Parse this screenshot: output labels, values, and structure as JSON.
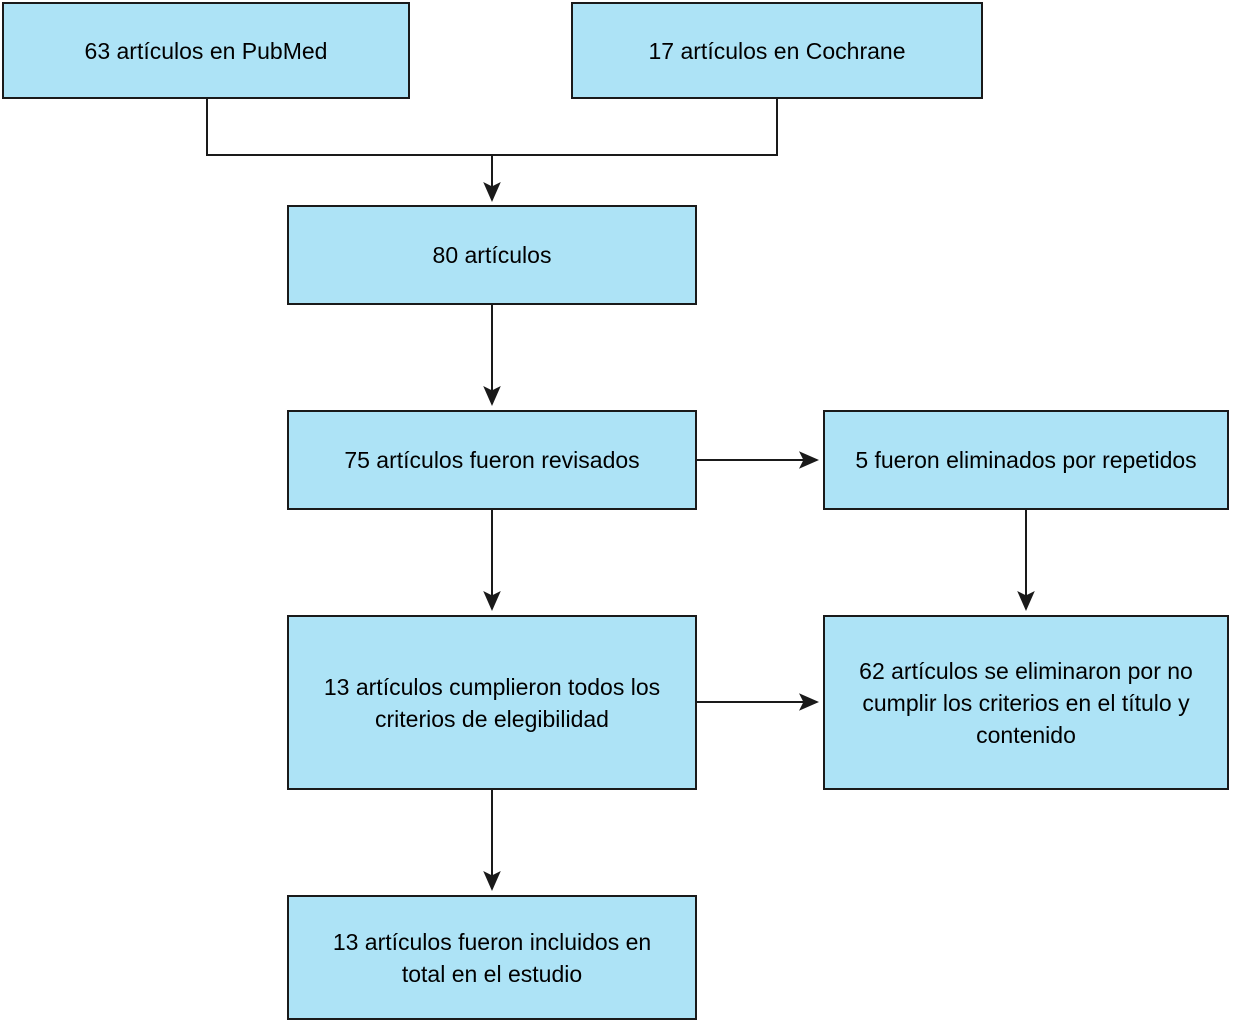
{
  "diagram": {
    "type": "flowchart",
    "language": "es",
    "colors": {
      "box_fill": "#ade3f6",
      "box_border": "#1a1a1a",
      "connector": "#1a1a1a",
      "text": "#000000",
      "background": "#ffffff"
    },
    "boxes": {
      "pubmed": {
        "text": "63 artículos en PubMed"
      },
      "cochrane": {
        "text": "17 artículos en Cochrane"
      },
      "total": {
        "text": "80 artículos"
      },
      "revisados": {
        "text": "75 artículos fueron revisados"
      },
      "repetidos": {
        "text": "5 fueron eliminados por repetidos"
      },
      "cumplieron": {
        "text": "13 artículos cumplieron todos los\ncriterios de elegibilidad"
      },
      "criterios": {
        "text": "62 artículos se eliminaron por no\ncumplir los criterios en el título y\ncontenido"
      },
      "incluidos": {
        "text": "13 artículos fueron incluidos en\ntotal en el estudio"
      }
    },
    "edges": [
      {
        "from": "pubmed",
        "to": "total"
      },
      {
        "from": "cochrane",
        "to": "total"
      },
      {
        "from": "total",
        "to": "revisados"
      },
      {
        "from": "revisados",
        "to": "repetidos"
      },
      {
        "from": "revisados",
        "to": "cumplieron"
      },
      {
        "from": "repetidos",
        "to": "criterios"
      },
      {
        "from": "cumplieron",
        "to": "criterios"
      },
      {
        "from": "cumplieron",
        "to": "incluidos"
      }
    ]
  }
}
